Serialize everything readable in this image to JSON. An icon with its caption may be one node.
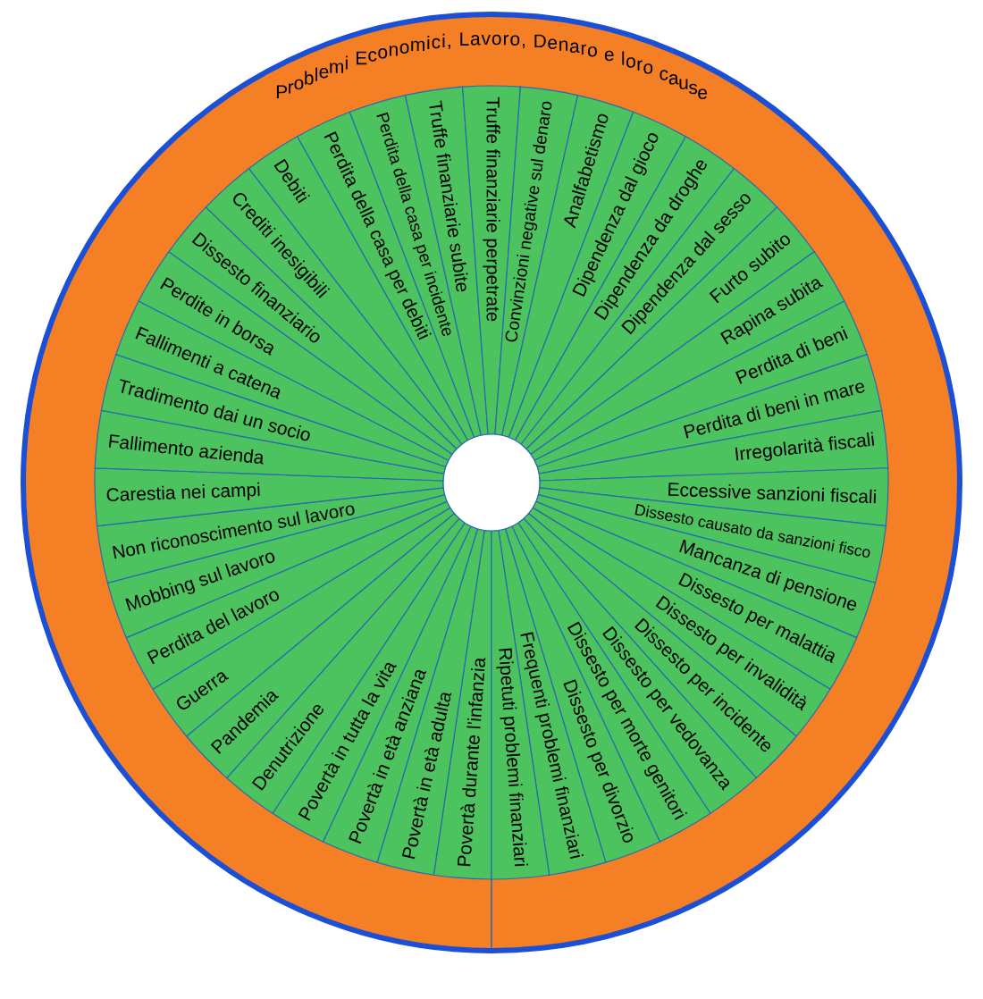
{
  "diagram": {
    "nodes": [
      {
        "text": [
          "Problemi Economici, Lavoro, Denaro e loro cause"
        ]
      },
      {
        "text": [
          "Povertà durante l'infanzia"
        ],
        "in": 0
      },
      {
        "text": [
          "Povertà in età adulta"
        ],
        "in": 0
      },
      {
        "text": [
          "Povertà in età anziana"
        ],
        "in": 0
      },
      {
        "text": [
          "Povertà in tutta la vita"
        ],
        "in": 0
      },
      {
        "text": [
          "Denutrizione"
        ],
        "in": 0
      },
      {
        "text": [
          "Pandemia"
        ],
        "in": 0
      },
      {
        "text": [
          "Guerra"
        ],
        "in": 0
      },
      {
        "text": [
          "Perdita del lavoro"
        ],
        "in": 0
      },
      {
        "text": [
          "Mobbing sul lavoro"
        ],
        "in": 0
      },
      {
        "text": [
          "Non riconoscimento sul lavoro"
        ],
        "in": 0
      },
      {
        "text": [
          "Carestia nei campi"
        ],
        "in": 0
      },
      {
        "text": [
          "Fallimento azienda"
        ],
        "in": 0
      },
      {
        "text": [
          "Tradimento dai un socio"
        ],
        "in": 0
      },
      {
        "text": [
          "Fallimenti a catena"
        ],
        "in": 0
      },
      {
        "text": [
          "Perdite in borsa"
        ],
        "in": 0
      },
      {
        "text": [
          "Dissesto finanziario"
        ],
        "in": 0
      },
      {
        "text": [
          "Crediti inesigibili"
        ],
        "in": 0
      },
      {
        "text": [
          "Debiti"
        ],
        "in": 0
      },
      {
        "text": [
          "Perdita della casa per debiti"
        ],
        "in": 0
      },
      {
        "text": [
          "Perdita della casa per incidente"
        ],
        "in": 0
      },
      {
        "text": [
          "Truffe finanziarie subite"
        ],
        "in": 0
      },
      {
        "text": [
          "Truffe finanziarie perpetrate"
        ],
        "in": 0
      },
      {
        "text": [
          "Convinzioni negative sul denaro"
        ],
        "in": 0
      },
      {
        "text": [
          "Analfabetismo"
        ],
        "in": 0
      },
      {
        "text": [
          "Dipendenza dal gioco"
        ],
        "in": 0
      },
      {
        "text": [
          "Dipendenza da droghe"
        ],
        "in": 0
      },
      {
        "text": [
          "Dipendenza dal sesso"
        ],
        "in": 0
      },
      {
        "text": [
          "Furto subito"
        ],
        "in": 0
      },
      {
        "text": [
          "Rapina subita"
        ],
        "in": 0
      },
      {
        "text": [
          "Perdita di beni"
        ],
        "in": 0
      },
      {
        "text": [
          "Perdita di beni in mare"
        ],
        "in": 0
      },
      {
        "text": [
          "Irregolarità fiscali"
        ],
        "in": 0
      },
      {
        "text": [
          "Eccessive sanzioni fiscali"
        ],
        "in": 0
      },
      {
        "text": [
          "Dissesto causato da sanzioni fisco"
        ],
        "in": 0
      },
      {
        "text": [
          "Mancanza di pensione"
        ],
        "in": 0
      },
      {
        "text": [
          "Dissesto per malattia"
        ],
        "in": 0
      },
      {
        "text": [
          "Dissesto per invalidità"
        ],
        "in": 0
      },
      {
        "text": [
          "Dissesto per incidente"
        ],
        "in": 0
      },
      {
        "text": [
          "Dissesto per vedovanza"
        ],
        "in": 0
      },
      {
        "text": [
          "Dissesto per morte genitori"
        ],
        "in": 0
      },
      {
        "text": [
          "Dissesto per divorzio"
        ],
        "in": 0
      },
      {
        "text": [
          "Frequenti problemi finanziari"
        ],
        "in": 0
      },
      {
        "text": [
          "Ripetuti problemi finanziari"
        ],
        "in": 0
      }
    ]
  }
}
